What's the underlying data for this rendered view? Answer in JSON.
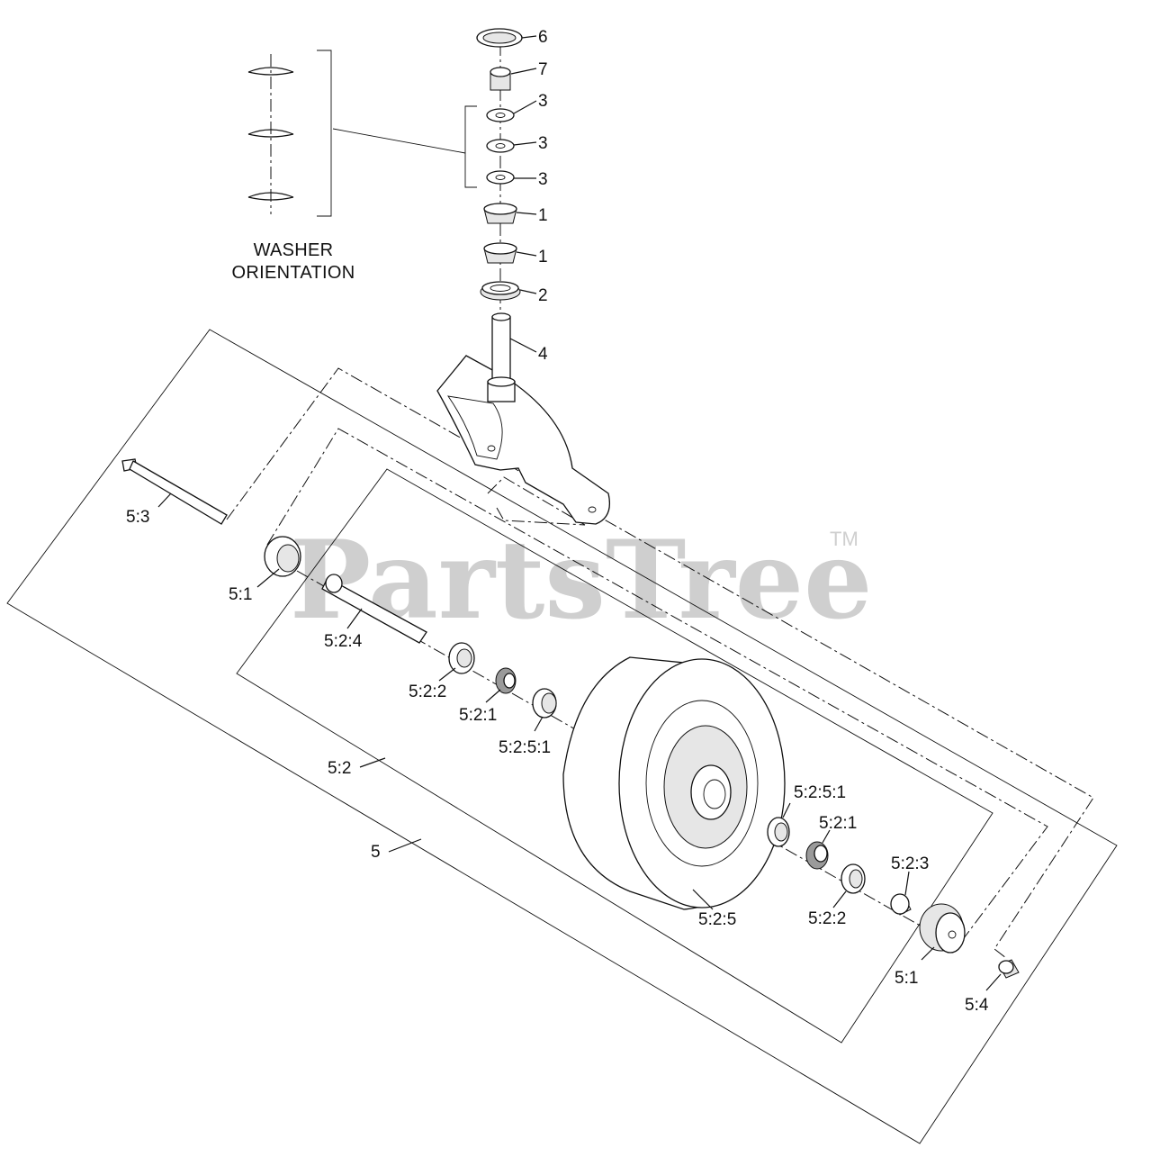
{
  "caption": {
    "line1": "WASHER",
    "line2": "ORIENTATION"
  },
  "watermark": {
    "text": "PartsTree",
    "trademark": "TM"
  },
  "callouts": [
    {
      "id": "c-6",
      "text": "6"
    },
    {
      "id": "c-7",
      "text": "7"
    },
    {
      "id": "c-3a",
      "text": "3"
    },
    {
      "id": "c-3b",
      "text": "3"
    },
    {
      "id": "c-3c",
      "text": "3"
    },
    {
      "id": "c-1a",
      "text": "1"
    },
    {
      "id": "c-1b",
      "text": "1"
    },
    {
      "id": "c-2",
      "text": "2"
    },
    {
      "id": "c-4",
      "text": "4"
    },
    {
      "id": "c-5-3",
      "text": "5:3"
    },
    {
      "id": "c-5-1a",
      "text": "5:1"
    },
    {
      "id": "c-5-2-4",
      "text": "5:2:4"
    },
    {
      "id": "c-5-2-2a",
      "text": "5:2:2"
    },
    {
      "id": "c-5-2-1a",
      "text": "5:2:1"
    },
    {
      "id": "c-5-2-5-1a",
      "text": "5:2:5:1"
    },
    {
      "id": "c-5-2",
      "text": "5:2"
    },
    {
      "id": "c-5",
      "text": "5"
    },
    {
      "id": "c-5-2-5-1b",
      "text": "5:2:5:1"
    },
    {
      "id": "c-5-2-1b",
      "text": "5:2:1"
    },
    {
      "id": "c-5-2-3",
      "text": "5:2:3"
    },
    {
      "id": "c-5-2-2b",
      "text": "5:2:2"
    },
    {
      "id": "c-5-2-5",
      "text": "5:2:5"
    },
    {
      "id": "c-5-1b",
      "text": "5:1"
    },
    {
      "id": "c-5-4",
      "text": "5:4"
    }
  ]
}
